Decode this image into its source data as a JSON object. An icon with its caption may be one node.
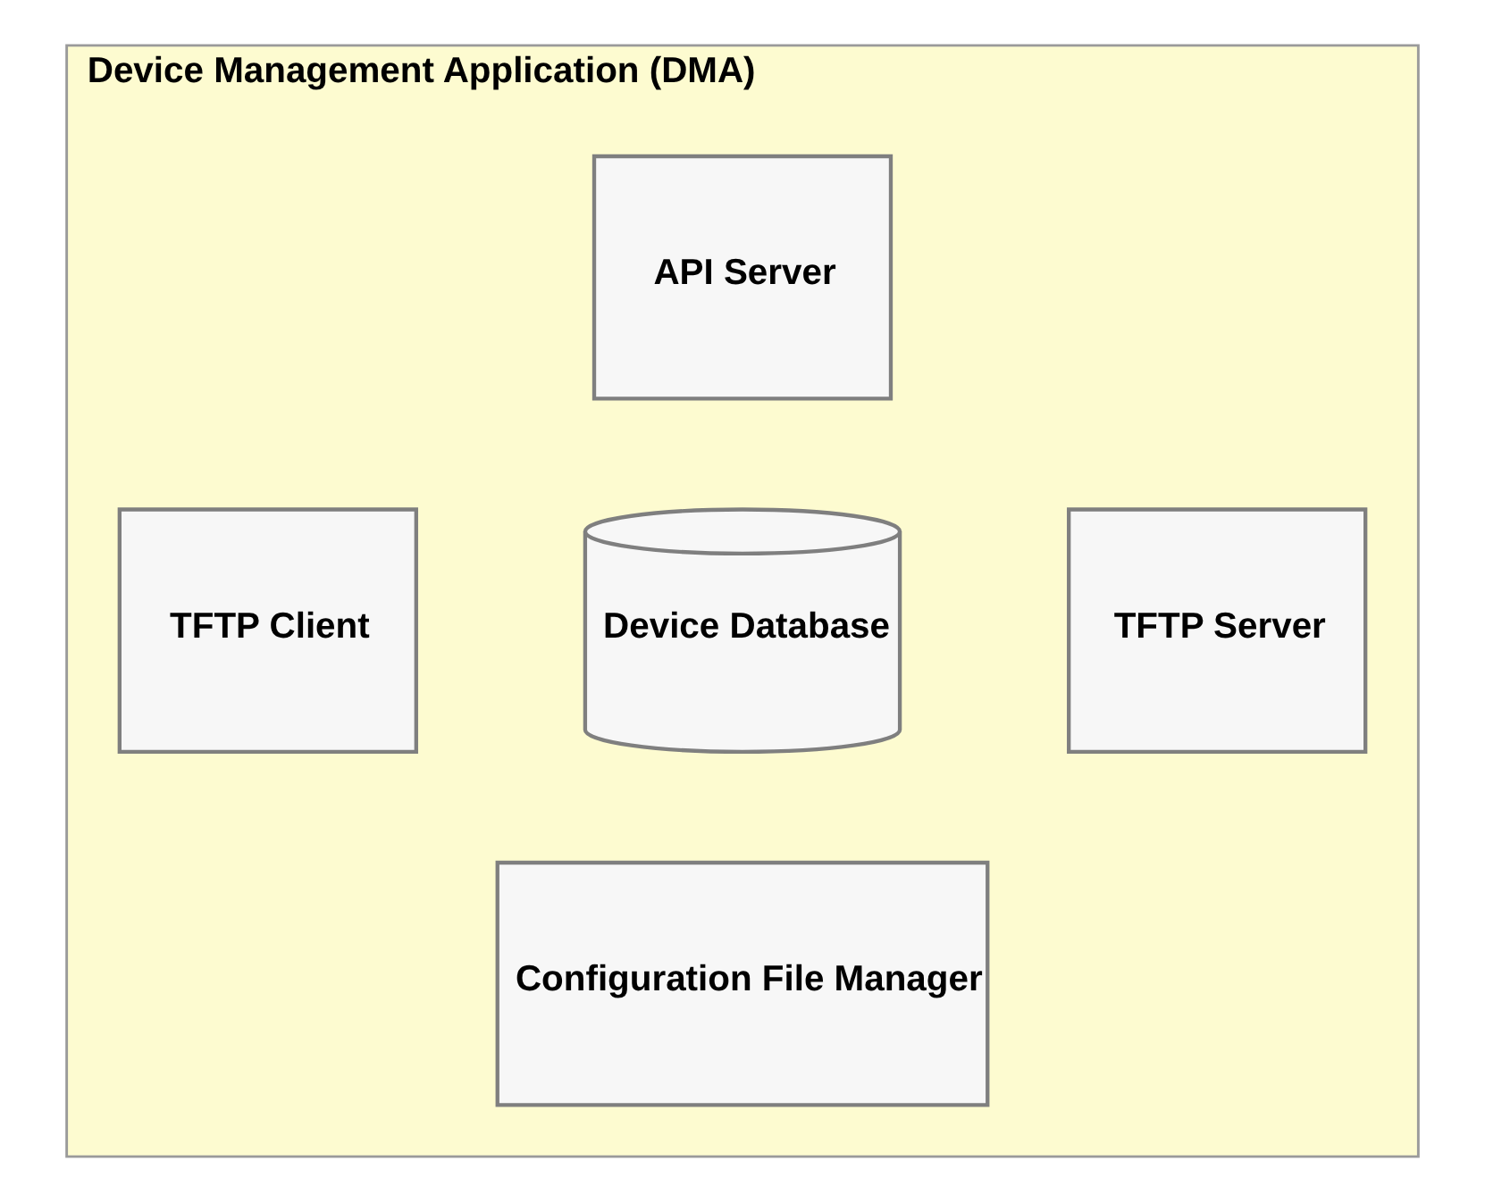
{
  "diagram": {
    "nodes": [
      {
        "text": [
          "Device Management Application (DMA)"
        ]
      },
      {
        "text": [
          "API Server"
        ],
        "in": 0
      },
      {
        "text": [
          "TFTP Client"
        ],
        "in": 0
      },
      {
        "text": [
          "Device Database"
        ],
        "in": 0
      },
      {
        "text": [
          "TFTP Server"
        ],
        "in": 0
      },
      {
        "text": [
          "Configuration File Manager"
        ],
        "in": 0
      }
    ]
  }
}
